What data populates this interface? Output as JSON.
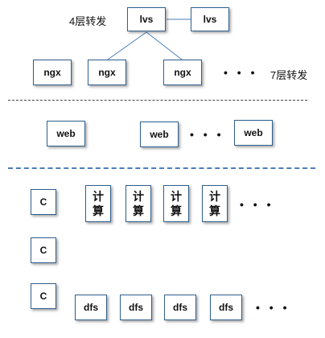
{
  "layer4_label": "4层转发",
  "layer7_label": "7层转发",
  "lvs": [
    "lvs",
    "lvs"
  ],
  "ngx": [
    "ngx",
    "ngx",
    "ngx"
  ],
  "web": [
    "web",
    "web",
    "web"
  ],
  "c": [
    "C",
    "C",
    "C"
  ],
  "compute": [
    {
      "top": "计",
      "bottom": "算"
    },
    {
      "top": "计",
      "bottom": "算"
    },
    {
      "top": "计",
      "bottom": "算"
    },
    {
      "top": "计",
      "bottom": "算"
    }
  ],
  "dfs": [
    "dfs",
    "dfs",
    "dfs",
    "dfs"
  ],
  "ellipsis": "• • •"
}
